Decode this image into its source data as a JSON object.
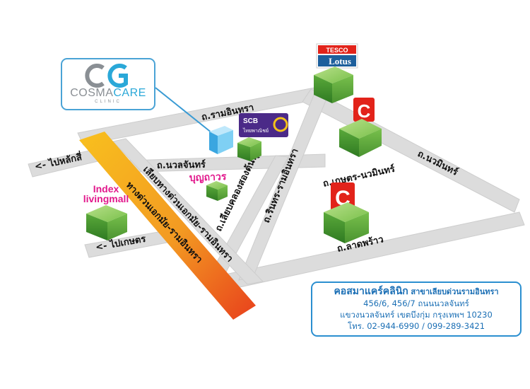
{
  "clinic_logo": {
    "brand_left": "COSMA",
    "brand_right": "CARE",
    "sub": "CLINIC"
  },
  "landmarks": {
    "tesco_top": "TESCO",
    "tesco_bottom": "Lotus",
    "scb_top": "SCB",
    "scb_bottom": "ไทยพาณิชย์",
    "bigc": "C",
    "index_line1": "Index",
    "index_line2": "livingmall",
    "boonthavorn": "บุญถาวร"
  },
  "roads": {
    "ram_inthra": "ถ.รามอินทรา",
    "nawamin_top": "ถ.นวลจันทร์",
    "kaset_nawamin": "ถ.เกษตร-นวมินทร์",
    "nawamin_right": "ถ.นวมินทร์",
    "lat_phrao": "ถ.ลาดพร้าว",
    "sinthai": "ถ.รินทร-รามอินทรา",
    "liap_khlong": "ถ.เลียบคลองสองต้นนุ่น",
    "frontage": "เลียบทางด่วนเอกมัย-รามอินทรา",
    "expressway": "ทางด่วนเอกมัย-รามอินทรา",
    "to_lak_si": "<- ไปหลักสี่",
    "to_kaset": "<- ไปเกษตร"
  },
  "info": {
    "title": "คอสมาแคร์คลินิก",
    "branch": "สาขาเลียบด่วนรามอินทรา",
    "address1": "456/6, 456/7 ถนนนวลจันทร์",
    "address2": "แขวงนวลจันทร์ เขตบึงกุ่ม กรุงเทพฯ 10230",
    "phone": "โทร. 02-944-6990 / 099-289-3421"
  },
  "colors": {
    "road": "#dcdcdc",
    "road_edge": "#c8c8c8",
    "expressway_start": "#f8c01e",
    "expressway_end": "#e8401c",
    "building_green": "#5fae3c",
    "clinic_blue": "#6cc3ee",
    "scb_purple": "#4b2a88",
    "bigc_red": "#e2231a",
    "accent_blue": "#2b8fd0",
    "label_pink": "#e2188c"
  }
}
